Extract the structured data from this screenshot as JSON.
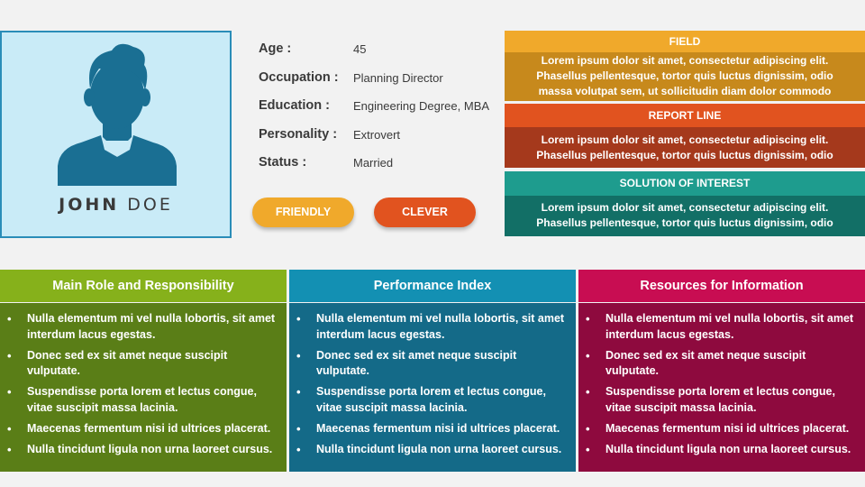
{
  "person": {
    "first_name": "JOHN",
    "last_name": "DOE"
  },
  "info": [
    {
      "label": "Age :",
      "value": "45"
    },
    {
      "label": "Occupation :",
      "value": "Planning Director"
    },
    {
      "label": "Education :",
      "value": "Engineering Degree, MBA"
    },
    {
      "label": "Personality :",
      "value": "Extrovert"
    },
    {
      "label": "Status :",
      "value": "Married"
    }
  ],
  "traits": [
    "FRIENDLY",
    "CLEVER"
  ],
  "right_blocks": [
    {
      "title": "FIELD",
      "lines": [
        "Lorem ipsum dolor sit amet, consectetur adipiscing elit.",
        "Phasellus pellentesque, tortor quis luctus dignissim, odio",
        "massa volutpat sem, ut sollicitudin diam dolor commodo"
      ]
    },
    {
      "title": "REPORT LINE",
      "lines": [
        "Lorem ipsum dolor sit amet, consectetur adipiscing elit.",
        "Phasellus pellentesque, tortor quis luctus dignissim, odio"
      ]
    },
    {
      "title": "SOLUTION OF INTEREST",
      "lines": [
        "Lorem ipsum dolor sit amet, consectetur adipiscing elit.",
        "Phasellus pellentesque, tortor quis luctus dignissim, odio"
      ]
    }
  ],
  "panels": [
    {
      "title": "Main Role and Responsibility",
      "items": [
        "Nulla elementum mi vel nulla lobortis, sit amet interdum lacus egestas.",
        "Donec sed ex sit amet neque suscipit vulputate.",
        "Suspendisse porta lorem et lectus congue, vitae suscipit massa lacinia.",
        "Maecenas fermentum nisi id ultrices placerat.",
        "Nulla tincidunt ligula non urna laoreet cursus."
      ]
    },
    {
      "title": "Performance Index",
      "items": [
        "Nulla elementum mi vel nulla lobortis, sit amet interdum lacus egestas.",
        "Donec sed ex sit amet neque suscipit vulputate.",
        "Suspendisse porta lorem et lectus congue, vitae suscipit massa lacinia.",
        "Maecenas fermentum nisi id ultrices placerat.",
        "Nulla tincidunt ligula non urna laoreet cursus."
      ]
    },
    {
      "title": "Resources for Information",
      "items": [
        "Nulla elementum mi vel nulla lobortis, sit amet interdum lacus egestas.",
        "Donec sed ex sit amet neque suscipit vulputate.",
        "Suspendisse porta lorem et lectus congue, vitae suscipit massa lacinia.",
        "Maecenas fermentum nisi id ultrices placerat.",
        "Nulla tincidunt ligula non urna laoreet cursus."
      ]
    }
  ],
  "colors": {
    "avatar_bg": "#c9ebf7",
    "avatar_border": "#2a8db8",
    "avatar_figure": "#1a6f93",
    "friendly": "#f0a92b",
    "clever": "#e1531f",
    "field_head": "#f0a92b",
    "field_body": "#c7891c",
    "report_head": "#e1531f",
    "report_body": "#a5391c",
    "solution_head": "#1e9c8e",
    "solution_body": "#126f66",
    "panel1_head": "#86b11b",
    "panel1_body": "#5a7e17",
    "panel2_head": "#1390b3",
    "panel2_body": "#146a88",
    "panel3_head": "#c80d52",
    "panel3_body": "#8e0a3e"
  }
}
